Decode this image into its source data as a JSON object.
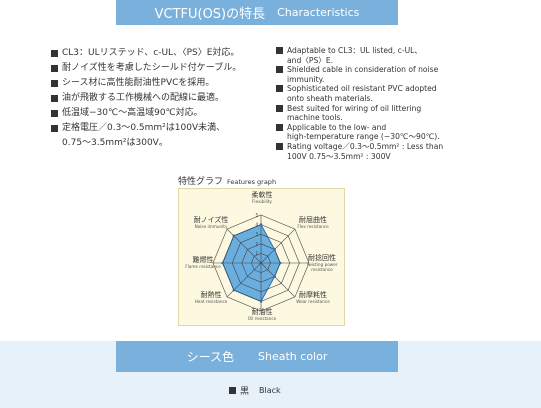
{
  "header": {
    "title_jp": "VCTFU(OS)の特長",
    "title_en": "Characteristics"
  },
  "features_jp": [
    "CL3：ULリステッド、c-UL、〈PS〉E対応。",
    "耐ノイズ性を考慮したシールド付ケーブル。",
    "シース材に高性能耐油性PVCを採用。",
    "油が飛散する工作機械への配線に最適。",
    "低温域−30℃〜高温域90℃対応。",
    "定格電圧／0.3〜0.5mm²は100V未満、\n0.75〜3.5mm²は300V。"
  ],
  "features_en": [
    "Adaptable to CL3：UL listed, c-UL、\nand〈PS〉E.",
    "Shielded cable in consideration of noise\nimmunity.",
    "Sophisticated oil resistant PVC adopted\nonto sheath materials.",
    "Best suited for wiring of oil littering\nmachine tools.",
    "Applicable to the low- and\nhigh-temperature range (−30℃〜90℃).",
    "Rating voltage／0.3〜0.5mm² : Less than\n100V 0.75〜3.5mm² : 300V"
  ],
  "graph": {
    "title_jp": "特性グラフ",
    "title_en": "Features graph",
    "axes": [
      {
        "jp": "柔軟性",
        "en": "Flexibility"
      },
      {
        "jp": "耐屈曲性",
        "en": "Flex resistance"
      },
      {
        "jp": "耐捻回性",
        "en": "Twisting power resistance"
      },
      {
        "jp": "耐摩耗性",
        "en": "Wear resistance"
      },
      {
        "jp": "耐油性",
        "en": "Oil resistance"
      },
      {
        "jp": "耐熱性",
        "en": "Heat resistance"
      },
      {
        "jp": "難燃性",
        "en": "Flame resistance"
      },
      {
        "jp": "耐ノイズ性",
        "en": "Noise immunity"
      }
    ],
    "scale_ticks": [
      "1",
      "2",
      "3",
      "4",
      "5"
    ],
    "values": [
      4,
      2,
      2,
      2,
      4,
      4,
      4,
      4
    ],
    "max": 5,
    "colors": {
      "fill": "#6aaee0",
      "stroke": "#2f6fb0",
      "grid": "#444444"
    }
  },
  "sheath": {
    "title_jp": "シース色",
    "title_en": "Sheath color",
    "color_jp": "黒",
    "color_en": "Black"
  }
}
